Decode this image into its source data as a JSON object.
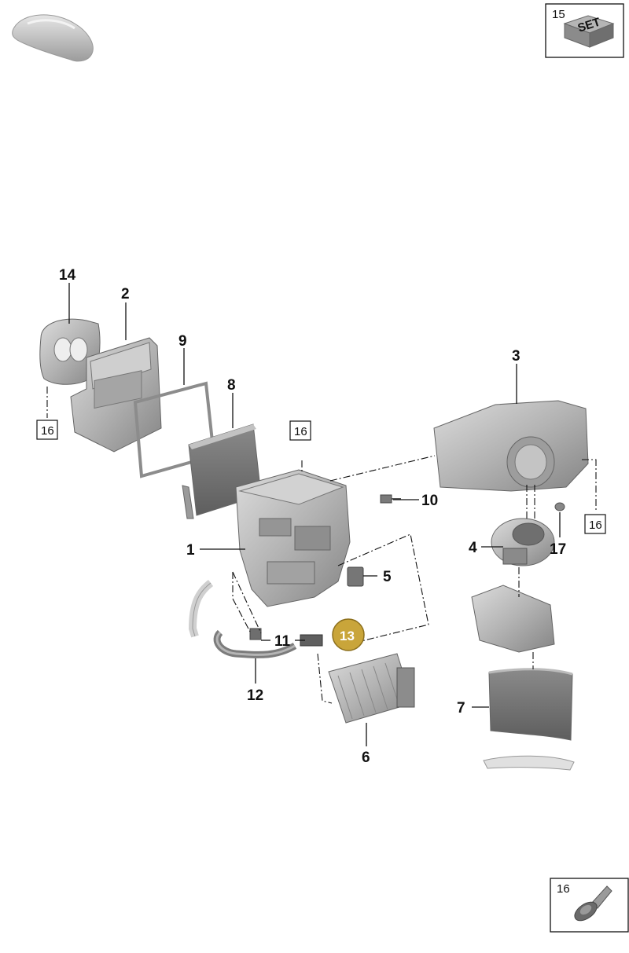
{
  "labels": {
    "p1": "1",
    "p2": "2",
    "p3": "3",
    "p4": "4",
    "p5": "5",
    "p6": "6",
    "p7": "7",
    "p8": "8",
    "p9": "9",
    "p10": "10",
    "p11": "11",
    "p12": "12",
    "p13": "13",
    "p14": "14",
    "p17": "17",
    "ref16_left": "16",
    "ref16_mid": "16",
    "ref16_right": "16"
  },
  "insets": {
    "set_kit": {
      "number": "15",
      "badge_text": "SET"
    },
    "screw": {
      "number": "16"
    }
  },
  "highlight": {
    "part": "13",
    "color": "#c9a53a"
  }
}
